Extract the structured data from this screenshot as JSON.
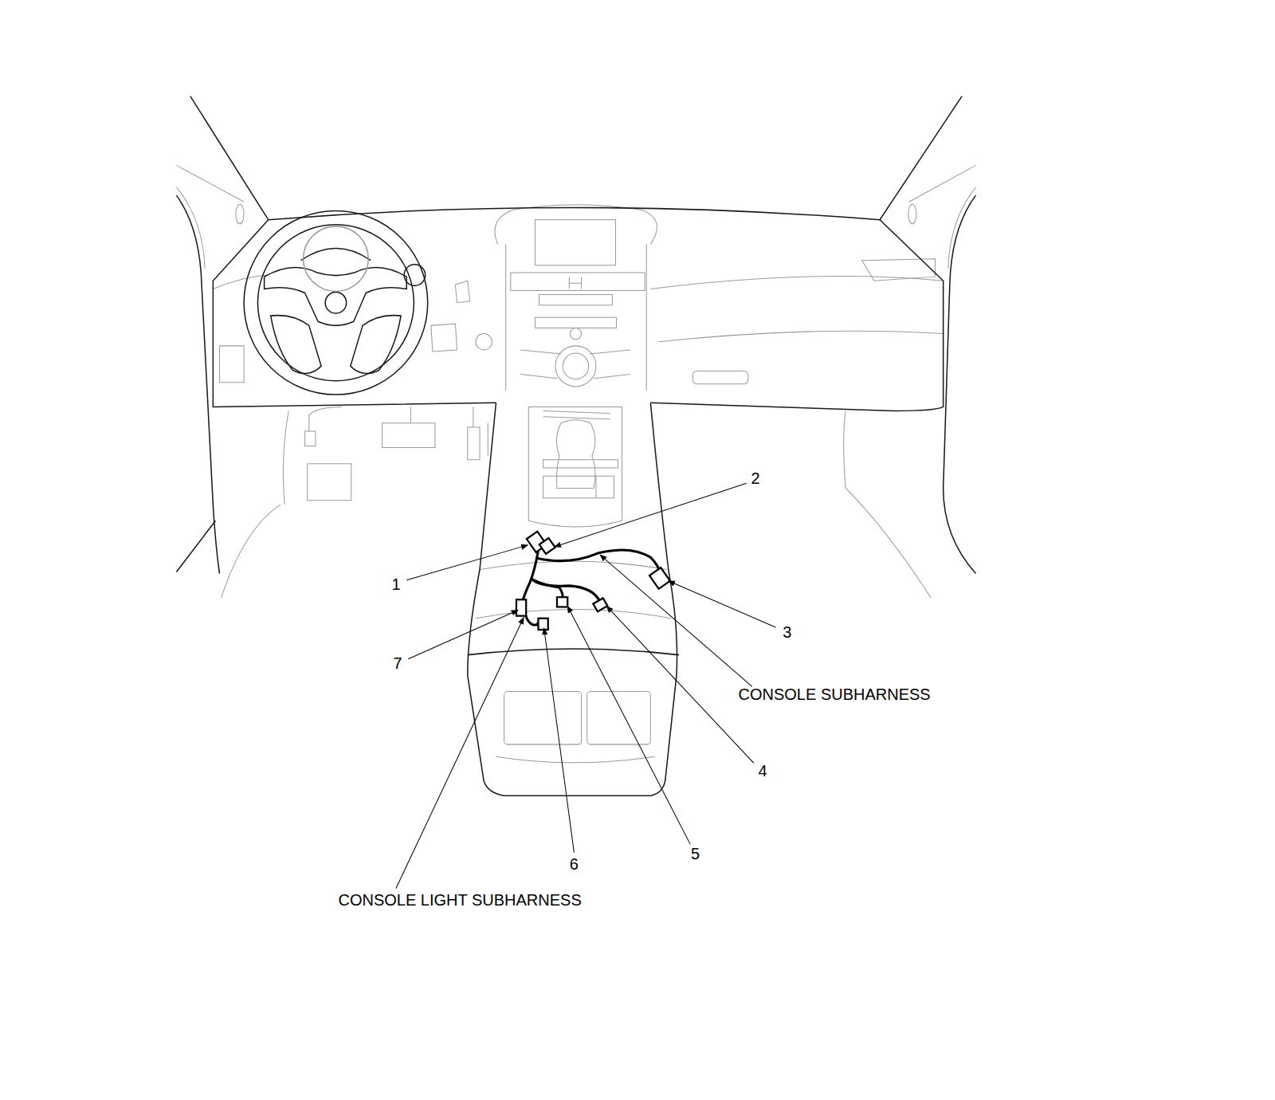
{
  "diagram": {
    "labels": [
      "1",
      "2",
      "3",
      "4",
      "5",
      "6",
      "7",
      "CONSOLE SUBHARNESS",
      "CONSOLE LIGHT SUBHARNESS"
    ]
  }
}
